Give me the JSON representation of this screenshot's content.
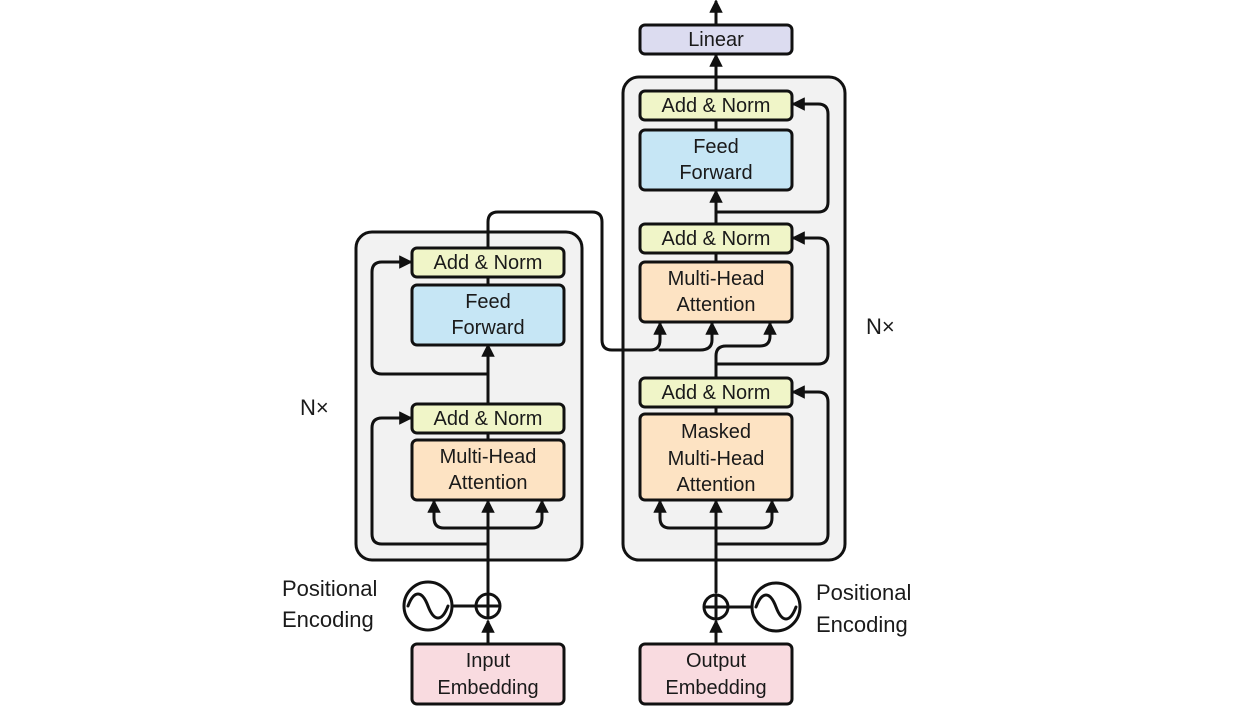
{
  "colors": {
    "stack_bg": "#f2f2f2",
    "add_norm": "#f0f5c8",
    "feed_forward": "#c6e6f5",
    "attention": "#fde3c3",
    "embedding": "#f9dbe0",
    "linear": "#dcdcf0"
  },
  "encoder": {
    "repeat": "N×",
    "add_norm_top": "Add & Norm",
    "feed_forward": [
      "Feed",
      "Forward"
    ],
    "add_norm_bottom": "Add & Norm",
    "attention": [
      "Multi-Head",
      "Attention"
    ],
    "positional_encoding": [
      "Positional",
      "Encoding"
    ],
    "embedding": [
      "Input",
      "Embedding"
    ]
  },
  "decoder": {
    "repeat": "N×",
    "linear": "Linear",
    "add_norm_top": "Add & Norm",
    "feed_forward": [
      "Feed",
      "Forward"
    ],
    "add_norm_mid": "Add & Norm",
    "attention": [
      "Multi-Head",
      "Attention"
    ],
    "add_norm_bottom": "Add & Norm",
    "masked_attention": [
      "Masked",
      "Multi-Head",
      "Attention"
    ],
    "positional_encoding": [
      "Positional",
      "Encoding"
    ],
    "embedding": [
      "Output",
      "Embedding"
    ]
  },
  "icons": [
    "sine-wave-icon",
    "plus-circle-icon",
    "arrow-icon"
  ]
}
